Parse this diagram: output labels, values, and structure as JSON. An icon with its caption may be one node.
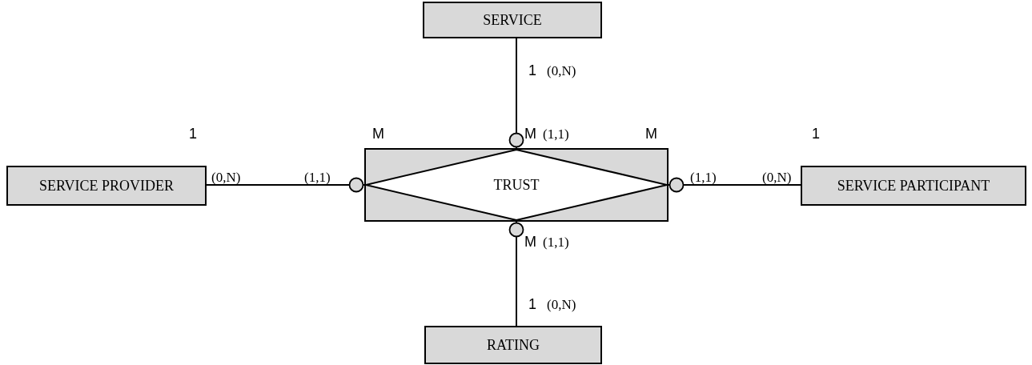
{
  "diagram": {
    "nodes": [
      {
        "text": [
          "SERVICE"
        ]
      },
      {
        "text": [
          "SERVICE PROVIDER"
        ]
      },
      {
        "text": [
          "TRUST"
        ]
      },
      {
        "text": [
          "SERVICE PARTICIPANT"
        ]
      },
      {
        "text": [
          "RATING"
        ]
      }
    ],
    "edges": [
      {
        "from": 0,
        "to": 2,
        "arrow": "other"
      },
      {
        "from": 1,
        "to": 2,
        "arrow": "other"
      },
      {
        "from": 3,
        "to": 2,
        "arrow": "other"
      },
      {
        "from": 4,
        "to": 2,
        "arrow": "other"
      }
    ],
    "labels": [
      "1",
      "(0,N)",
      "1",
      "M",
      "M",
      "(1,1)",
      "M",
      "1",
      "(0,N)",
      "(1,1)",
      "(1,1)",
      "(0,N)",
      "M",
      "(1,1)",
      "1",
      "(0,N)"
    ]
  }
}
